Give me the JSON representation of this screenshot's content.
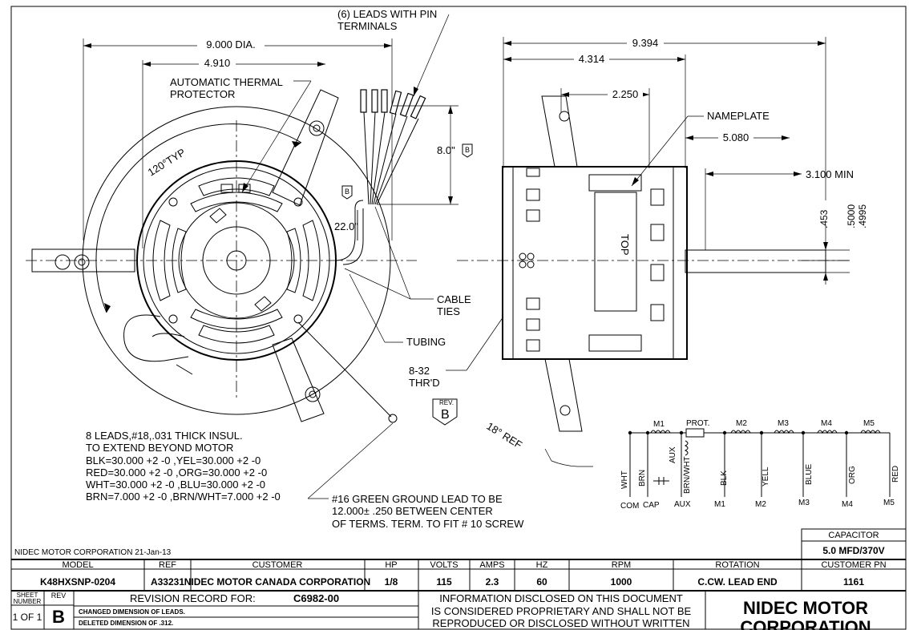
{
  "drawing": {
    "leads_pin_terminals": [
      "(6) LEADS WITH PIN",
      "TERMINALS"
    ],
    "dim_9000_dia": "9.000 DIA.",
    "dim_4910": "4.910",
    "thermal_protector": [
      "AUTOMATIC THERMAL",
      "PROTECTOR"
    ],
    "typ_120": "120°TYP",
    "dim_8_0": "8.0\"",
    "dim_22_0": "22.0\"",
    "rev_b_small": "B",
    "cable_ties": [
      "CABLE",
      "TIES"
    ],
    "tubing": "TUBING",
    "thread": [
      "8-32",
      "THR'D"
    ],
    "rev_label": "REV.",
    "rev_letter": "B",
    "leads_note": [
      "8 LEADS,#18,.031 THICK INSUL.",
      "TO EXTEND BEYOND MOTOR",
      "BLK=30.000 +2 -0 ,YEL=30.000 +2 -0",
      "RED=30.000 +2 -0 ,ORG=30.000 +2 -0",
      "WHT=30.000 +2 -0 ,BLU=30.000 +2 -0",
      "BRN=7.000 +2 -0 ,BRN/WHT=7.000 +2 -0"
    ],
    "ground_note": [
      "#16 GREEN GROUND LEAD TO BE",
      "12.000± .250 BETWEEN CENTER",
      "OF TERMS. TERM. TO FIT # 10 SCREW"
    ],
    "dim_9394": "9.394",
    "dim_4314": "4.314",
    "dim_2250": "2.250",
    "nameplate": "NAMEPLATE",
    "dim_5080": "5.080",
    "dim_3100": "3.100  MIN",
    "dim_453": ".453",
    "dim_5000": ".5000",
    "dim_4995": ".4995",
    "top_label": "TOP",
    "ref_18": "18° REF"
  },
  "wiring": {
    "coils": [
      "M1",
      "PROT.",
      "M2",
      "M3",
      "M4",
      "M5"
    ],
    "leads": [
      "WHT",
      "BRN",
      "AUX",
      "BRN/WHT",
      "BLK",
      "YELL",
      "BLUE",
      "ORG",
      "RED"
    ],
    "terminals": [
      "COM",
      "CAP",
      "AUX",
      "M1",
      "M2",
      "M3",
      "M4",
      "M5"
    ]
  },
  "title_block": {
    "company_date": "NIDEC MOTOR CORPORATION 21-Jan-13",
    "capacitor_label": "CAPACITOR",
    "capacitor_value": "5.0 MFD/370V",
    "headers": [
      "MODEL",
      "REF",
      "CUSTOMER",
      "HP",
      "VOLTS",
      "AMPS",
      "HZ",
      "RPM",
      "ROTATION",
      "CUSTOMER PN"
    ],
    "values": [
      "K48HXSNP-0204",
      "A33231",
      "NIDEC MOTOR CANADA CORPORATION",
      "1/8",
      "115",
      "2.3",
      "60",
      "1000",
      "C.CW. LEAD END",
      "1161"
    ],
    "sheet_label": [
      "SHEET",
      "NUMBER"
    ],
    "sheet_value": "1 OF 1",
    "rev_header": "REV",
    "rev_value": "B",
    "revision_record": "REVISION RECORD FOR:",
    "revision_number": "C6982-00",
    "revision_notes": [
      "CHANGED DIMENSION OF LEADS.",
      "DELETED  DIMENSION OF .312."
    ],
    "disclosure": [
      "INFORMATION DISCLOSED ON THIS DOCUMENT",
      "IS CONSIDERED PROPRIETARY AND SHALL NOT BE",
      "REPRODUCED OR DISCLOSED WITHOUT WRITTEN"
    ],
    "corp_name": [
      "NIDEC MOTOR",
      "CORPORATION"
    ]
  }
}
